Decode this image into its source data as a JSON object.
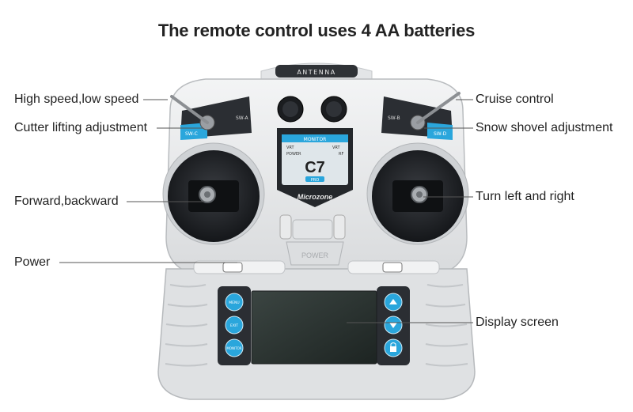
{
  "title": "The remote control uses 4 AA batteries",
  "labels": {
    "high_low_speed": "High speed,low speed",
    "cutter_lifting": "Cutter lifting adjustment",
    "forward_backward": "Forward,backward",
    "power": "Power",
    "cruise_control": "Cruise control",
    "snow_shovel": "Snow shovel adjustment",
    "turn": "Turn left and right",
    "display": "Display screen"
  },
  "device": {
    "antenna": "ANTENNA",
    "sw_a": "SW-A",
    "sw_b": "SW-B",
    "sw_c": "SW-C",
    "sw_d": "SW-D",
    "monitor": "MONITOR",
    "vrt1": "VRT",
    "vrt2": "VRT",
    "power_small": "POWER",
    "rf": "RF",
    "model": "C7",
    "model_sub": "PRO",
    "brand": "Microzone",
    "power_button": "POWER",
    "key_menu": "MENU",
    "key_exit": "EXIT",
    "key_monitor": "MONITOR"
  },
  "colors": {
    "accent_blue": "#2aa6dc",
    "body": "#e9eaeb",
    "dark": "#2a2d31"
  }
}
